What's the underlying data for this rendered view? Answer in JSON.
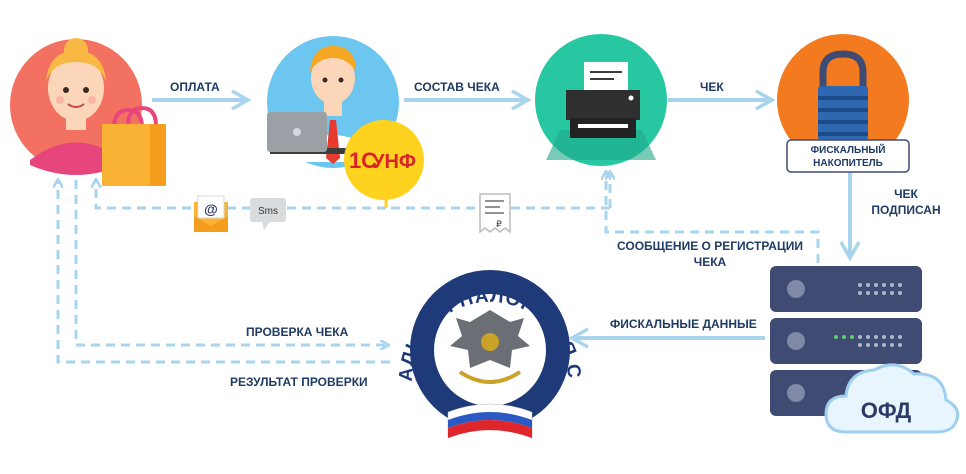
{
  "labels": {
    "payment": "ОПЛАТА",
    "receipt_contents": "СОСТАВ ЧЕКА",
    "receipt": "ЧЕК",
    "fiscal_line1": "ФИСКАЛЬНЫЙ",
    "fiscal_line2": "НАКОПИТЕЛЬ",
    "signed_line1": "ЧЕК",
    "signed_line2": "ПОДПИСАН",
    "reg_line1": "СООБЩЕНИЕ О РЕГИСТРАЦИИ",
    "reg_line2": "ЧЕКА",
    "fiscal_data": "ФИСКАЛЬНЫЕ ДАННЫЕ",
    "check_receipt": "ПРОВЕРКА ЧЕКА",
    "check_result": "РЕЗУЛЬТАТ ПРОВЕРКИ",
    "sms": "Sms",
    "email_at": "@",
    "ofd": "ОФД",
    "logo_1c": "1С",
    "logo_unf": "УНФ",
    "fns_arc": "ФЕДЕРАЛЬНАЯ НАЛОГОВАЯ СЛУЖБА",
    "ruble": "₽"
  },
  "colors": {
    "arrow": "#a9d4ee",
    "label": "#1f3b63",
    "customer_circle": "#f27161",
    "cashier_circle": "#6cc6f0",
    "printer_circle": "#27c7a2",
    "lock_circle": "#f47a20",
    "server": "#3f4b73",
    "bag": "#f9b233",
    "unf_logo": "#ffd21f",
    "fns_ring": "#1e3a78"
  },
  "icons": [
    "customer-avatar",
    "cashier-avatar",
    "printer-icon",
    "padlock-icon",
    "server-icon",
    "cloud-icon",
    "email-envelope-icon",
    "sms-bubble-icon",
    "receipt-icon",
    "fns-emblem-icon",
    "shopping-bag-icon"
  ]
}
